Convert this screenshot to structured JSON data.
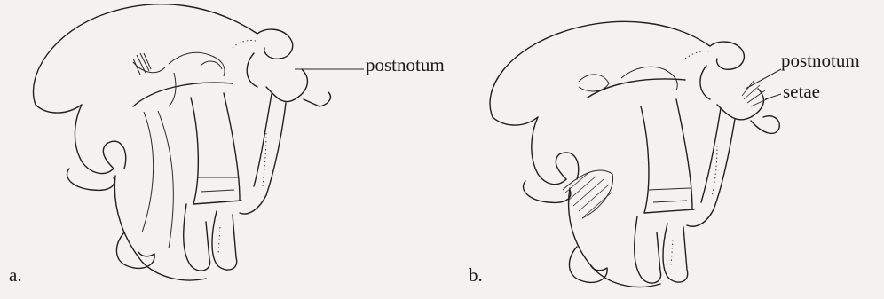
{
  "figure": {
    "panels": [
      {
        "letter": "a.",
        "labels": [
          "postnotum"
        ]
      },
      {
        "letter": "b.",
        "labels": [
          "postnotum",
          "setae"
        ]
      }
    ]
  }
}
